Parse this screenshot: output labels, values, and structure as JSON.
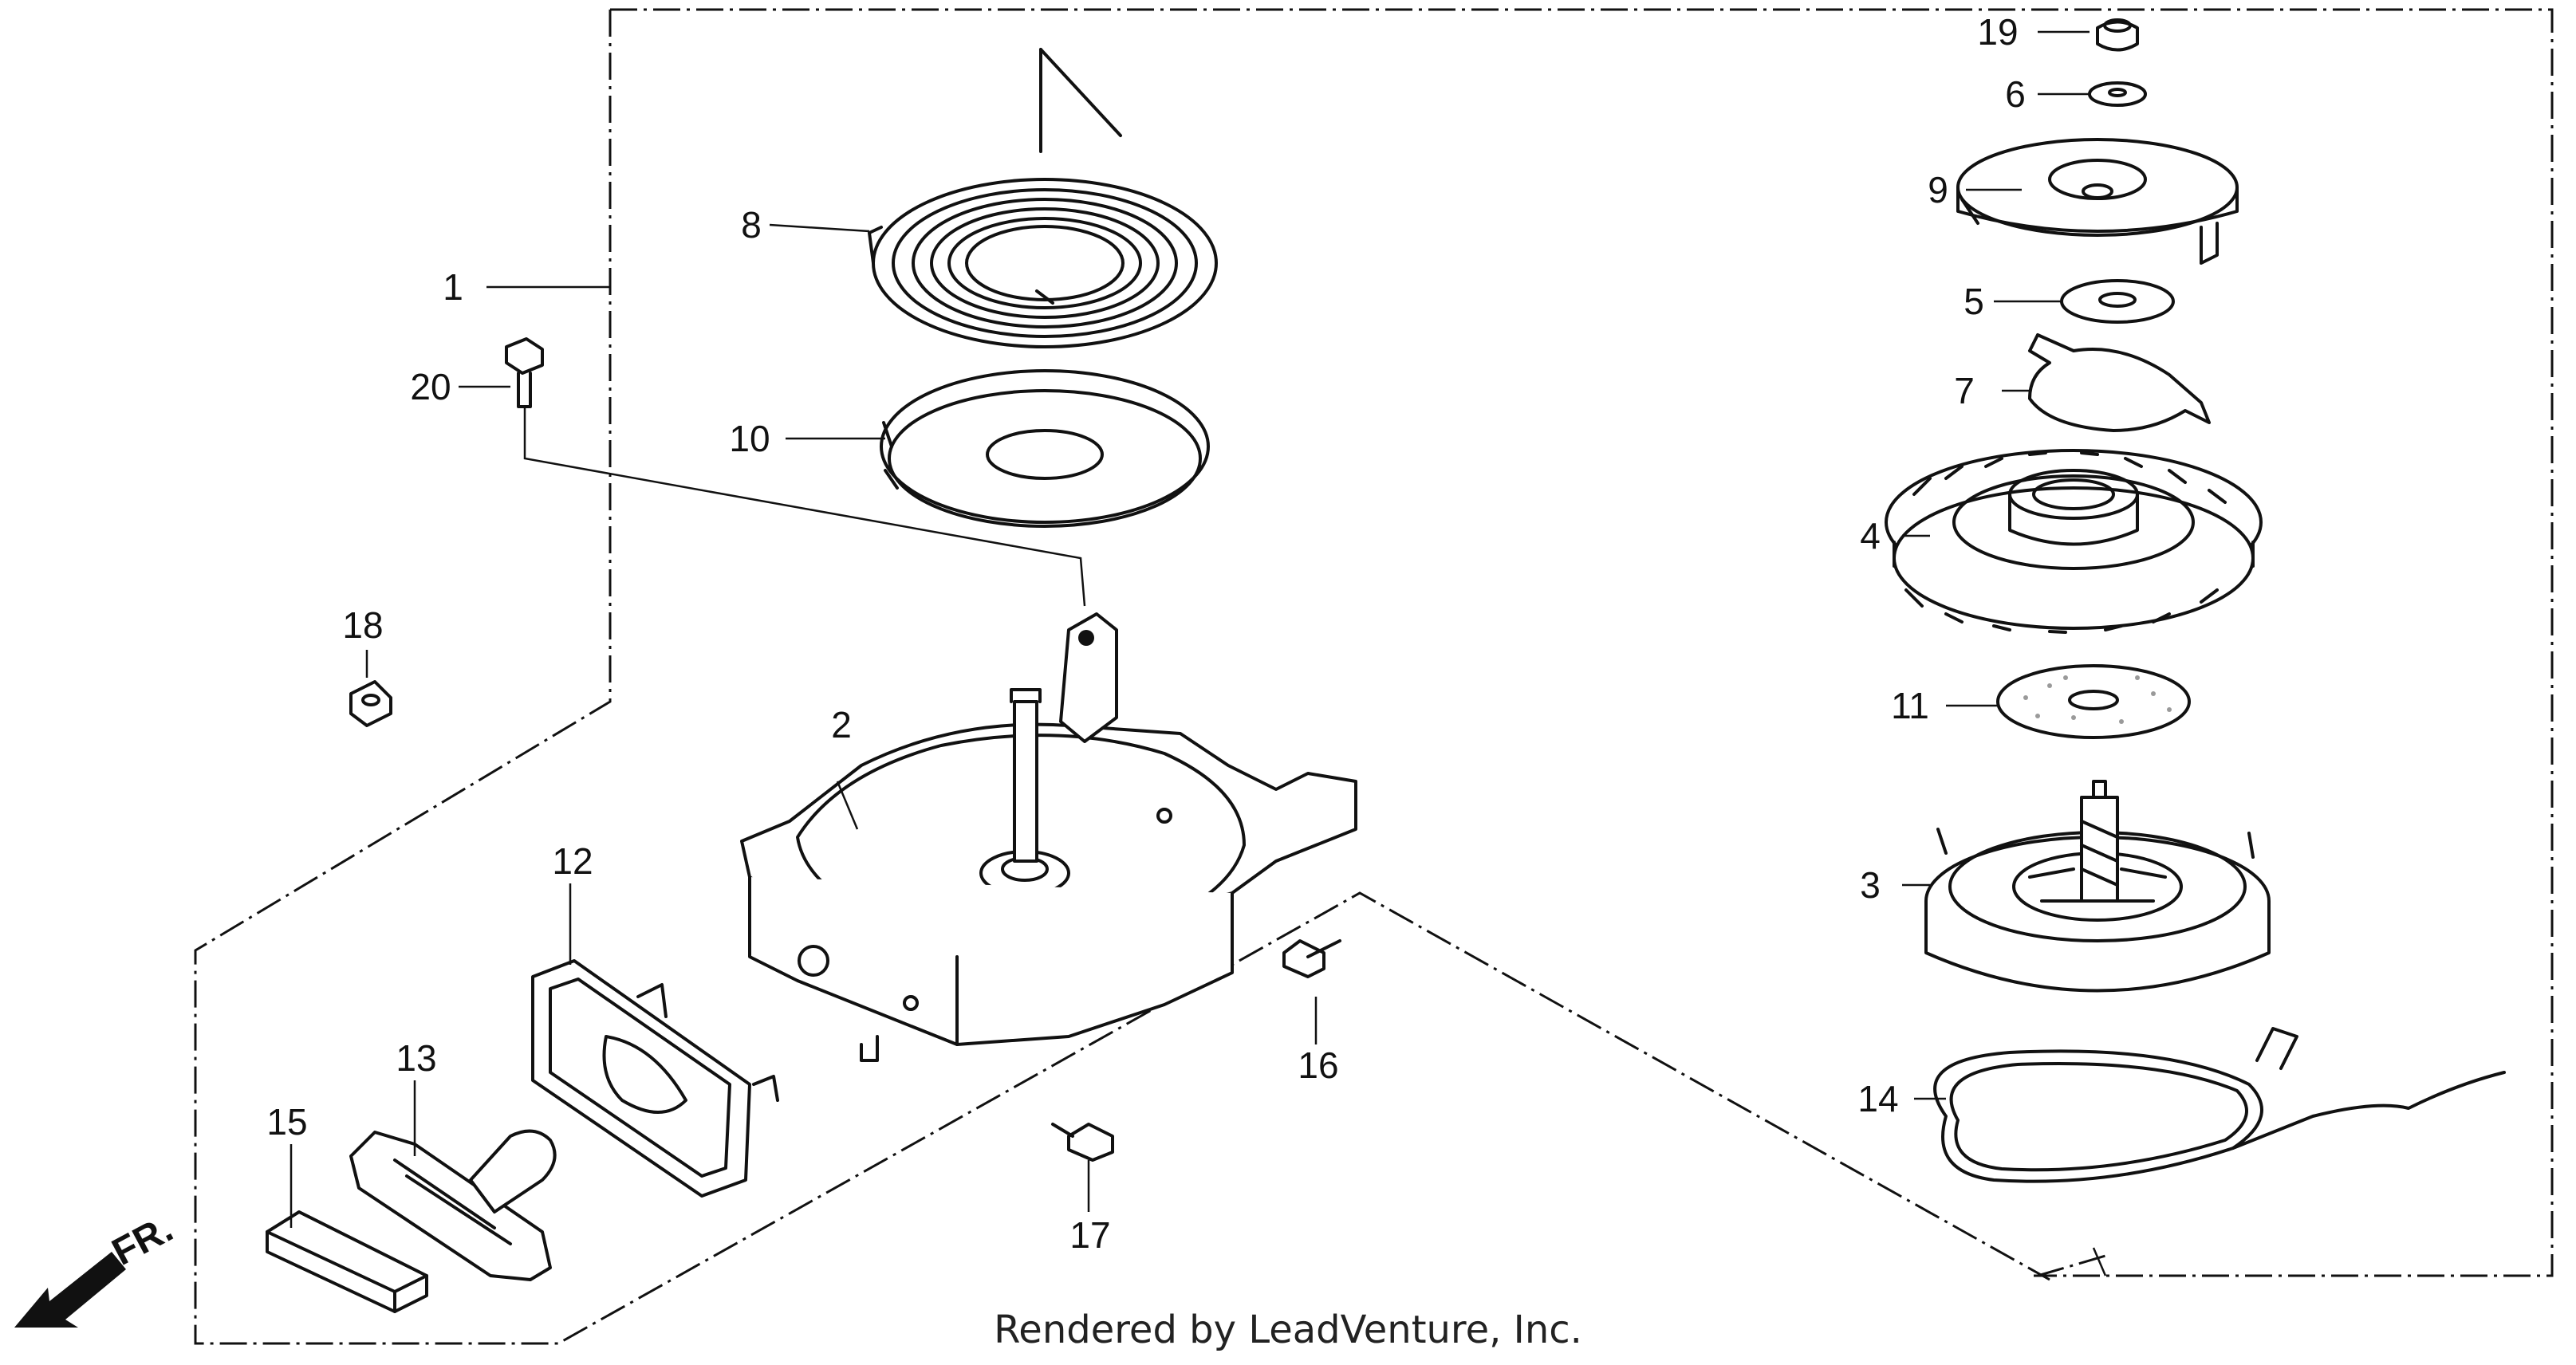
{
  "diagram": {
    "parts": [
      {
        "ref": "1"
      },
      {
        "ref": "2"
      },
      {
        "ref": "3"
      },
      {
        "ref": "4"
      },
      {
        "ref": "5"
      },
      {
        "ref": "6"
      },
      {
        "ref": "7"
      },
      {
        "ref": "8"
      },
      {
        "ref": "9"
      },
      {
        "ref": "10"
      },
      {
        "ref": "11"
      },
      {
        "ref": "12"
      },
      {
        "ref": "13"
      },
      {
        "ref": "14"
      },
      {
        "ref": "15"
      },
      {
        "ref": "16"
      },
      {
        "ref": "17"
      },
      {
        "ref": "18"
      },
      {
        "ref": "19"
      },
      {
        "ref": "20"
      }
    ],
    "direction_label": "FR.",
    "footer": "Rendered by LeadVenture, Inc."
  }
}
